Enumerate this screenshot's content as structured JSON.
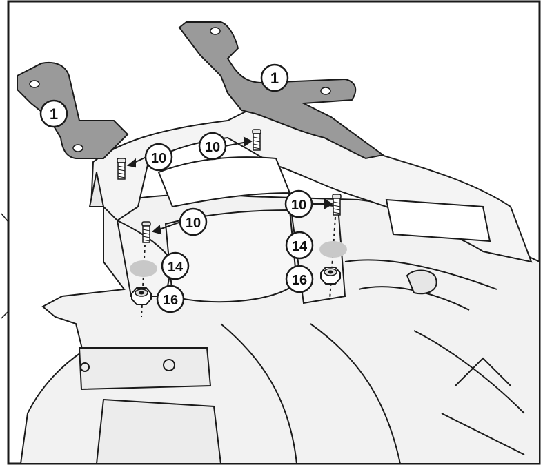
{
  "colors": {
    "background": "#ffffff",
    "line": "#1a1a1a",
    "bracket_fill": "#9a9a9a",
    "washer_fill": "#c8c8c8",
    "part_fill": "#f2f2f2"
  },
  "callouts": {
    "part_1_left": "1",
    "part_1_right": "1",
    "part_10_a": "10",
    "part_10_b": "10",
    "part_10_c": "10",
    "part_10_d": "10",
    "part_14_left": "14",
    "part_14_right": "14",
    "part_16_left": "16",
    "part_16_right": "16"
  },
  "icons": {
    "screw": "screw-icon",
    "washer": "washer-icon",
    "nut": "nut-icon",
    "arrow": "arrow-icon"
  }
}
